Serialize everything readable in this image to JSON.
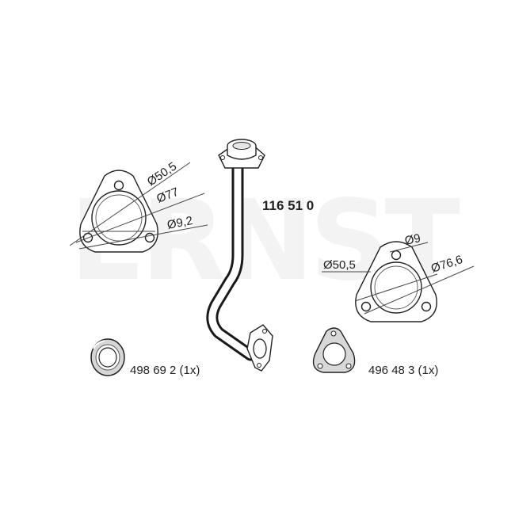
{
  "watermark": "ERNST",
  "main_part_number": "116 51 0",
  "left_flange": {
    "dims": [
      "Ø50,5",
      "Ø77",
      "Ø9,2"
    ]
  },
  "right_flange": {
    "dims": [
      "Ø9",
      "Ø50,5",
      "Ø76,6"
    ]
  },
  "accessories": [
    {
      "label": "498 69 2 (1x)"
    },
    {
      "label": "496 48 3 (1x)"
    }
  ]
}
